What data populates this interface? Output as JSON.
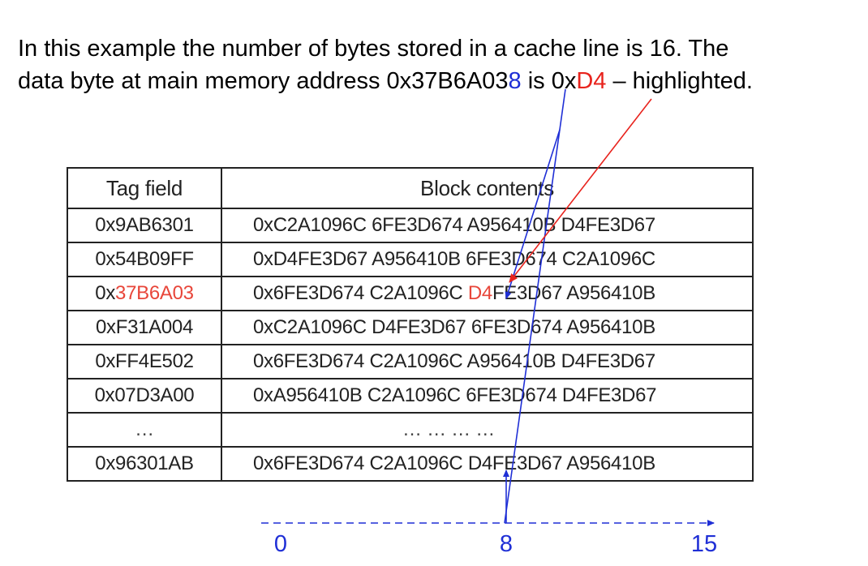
{
  "caption": {
    "line1": "In this example the number of bytes stored in a  cache line is 16. The",
    "line2_prefix": "data byte at main memory address 0x37B6A03",
    "line2_offset": "8",
    "line2_mid": " is 0x",
    "line2_byte": "D4",
    "line2_suffix": " – highlighted."
  },
  "table": {
    "headers": [
      "Tag field",
      "Block contents"
    ],
    "rows": [
      {
        "tag": "0x9AB6301",
        "block": "0xC2A1096C 6FE3D674 A956410B D4FE3D67"
      },
      {
        "tag": "0x54B09FF",
        "block": "0xD4FE3D67 A956410B 6FE3D674 C2A1096C"
      },
      {
        "tag_prefix": "0x",
        "tag_highlight": "37B6A03",
        "block_prefix": "0x6FE3D674 C2A1096C ",
        "block_highlight": "D4",
        "block_suffix": "FE3D67 A956410B"
      },
      {
        "tag": "0xF31A004",
        "block": "0xC2A1096C D4FE3D67 6FE3D674 A956410B"
      },
      {
        "tag": "0xFF4E502",
        "block": "0x6FE3D674 C2A1096C A956410B D4FE3D67"
      },
      {
        "tag": "0x07D3A00",
        "block": "0xA956410B C2A1096C 6FE3D674 D4FE3D67"
      },
      {
        "tag": "…",
        "block": "… … … …"
      },
      {
        "tag": "0x96301AB",
        "block": "0x6FE3D674 C2A1096C D4FE3D67 A956410B"
      }
    ]
  },
  "axis": {
    "start_label": "0",
    "mid_label": "8",
    "end_label": "15"
  },
  "colors": {
    "blue": "#1f2fd6",
    "red": "#e8231d",
    "border": "#222222"
  }
}
